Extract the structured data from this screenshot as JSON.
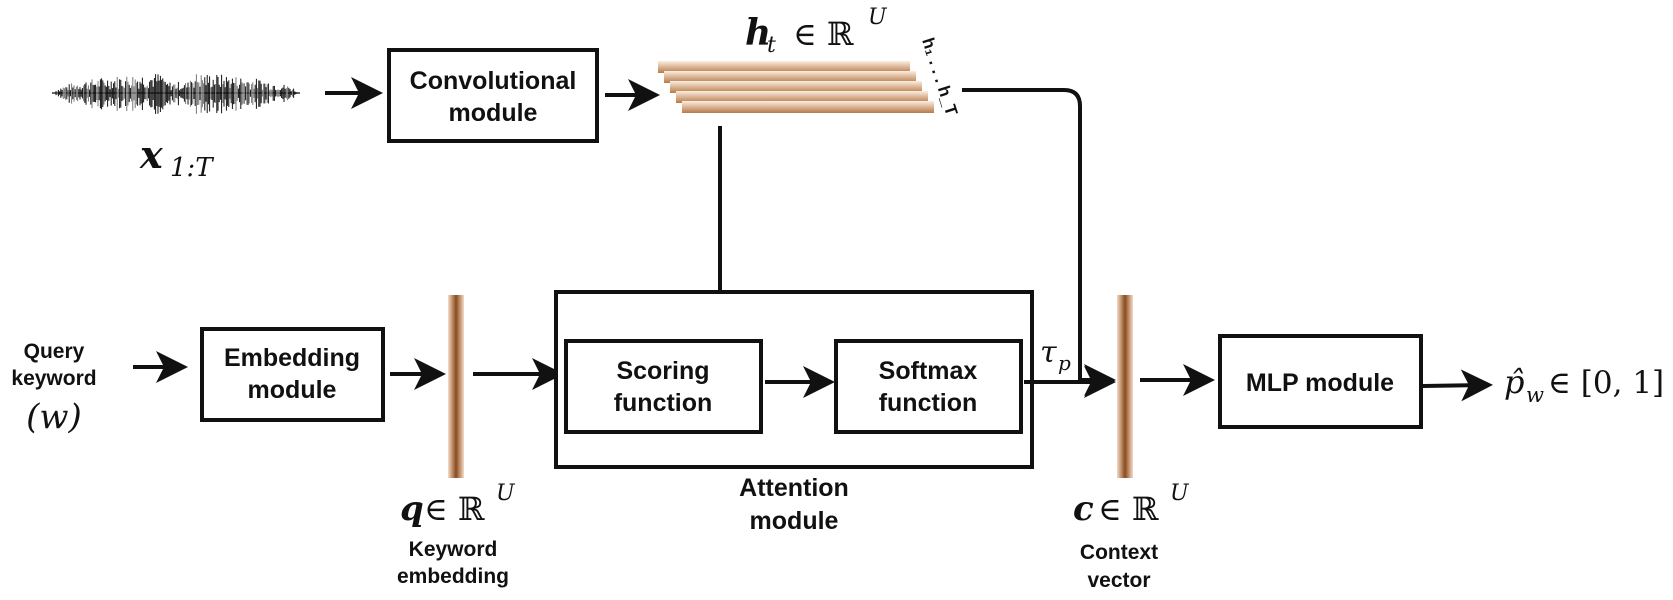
{
  "colors": {
    "stroke": "#111111",
    "vector_dark": "#8a4a1c",
    "vector_light": "#f4dcc6"
  },
  "input": {
    "waveform_icon": "audio-waveform",
    "x_symbol": "x",
    "x_subscript": "1:T"
  },
  "conv": {
    "line1": "Convolutional",
    "line2": "module"
  },
  "hidden": {
    "symbol": "h",
    "subscript": "t",
    "set": "∈ ℝ",
    "superscript": "U",
    "range_label": "h₁ . . . h_T"
  },
  "query": {
    "line1": "Query",
    "line2": "keyword",
    "symbol": "(w)"
  },
  "embedding": {
    "line1": "Embedding",
    "line2": "module"
  },
  "keyword_vec": {
    "symbol": "q",
    "set": "∈ ℝ",
    "superscript": "U",
    "caption1": "Keyword",
    "caption2": "embedding"
  },
  "attention": {
    "scoring1": "Scoring",
    "scoring2": "function",
    "softmax1": "Softmax",
    "softmax2": "function",
    "caption1": "Attention",
    "caption2": "module"
  },
  "tau": {
    "symbol": "τ",
    "subscript": "p"
  },
  "context_vec": {
    "symbol": "c",
    "set": "∈ ℝ",
    "superscript": "U",
    "caption1": "Context",
    "caption2": "vector"
  },
  "mlp": {
    "label": "MLP module"
  },
  "output": {
    "text": "p̂",
    "subscript": "w",
    "range": "∈ [0, 1]"
  }
}
